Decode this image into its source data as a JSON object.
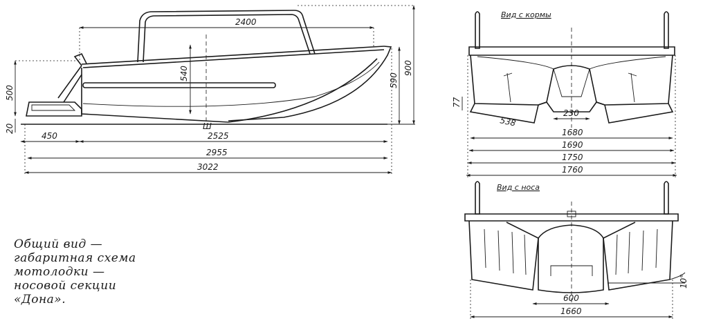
{
  "caption": {
    "lines": [
      "Общий вид —",
      "габаритная схема",
      "мотолодки —",
      "носовой секции",
      "«Дона»."
    ]
  },
  "side_view": {
    "dim_2400": "2400",
    "dim_540_cockpit": "540",
    "dim_500": "500",
    "dim_590": "590",
    "dim_900": "900",
    "dim_20": "20",
    "dim_450": "450",
    "dim_2525": "2525",
    "dim_2955": "2955",
    "dim_3022": "3022"
  },
  "stern_view": {
    "title": "Вид с кормы",
    "dim_77": "77",
    "dim_538": "538",
    "dim_230": "230",
    "dim_1680": "1680",
    "dim_1690": "1690",
    "dim_1750": "1750",
    "dim_1760": "1760"
  },
  "bow_view": {
    "title": "Вид с носа",
    "dim_600": "600",
    "dim_1660": "1660",
    "dim_angle": "10°"
  }
}
